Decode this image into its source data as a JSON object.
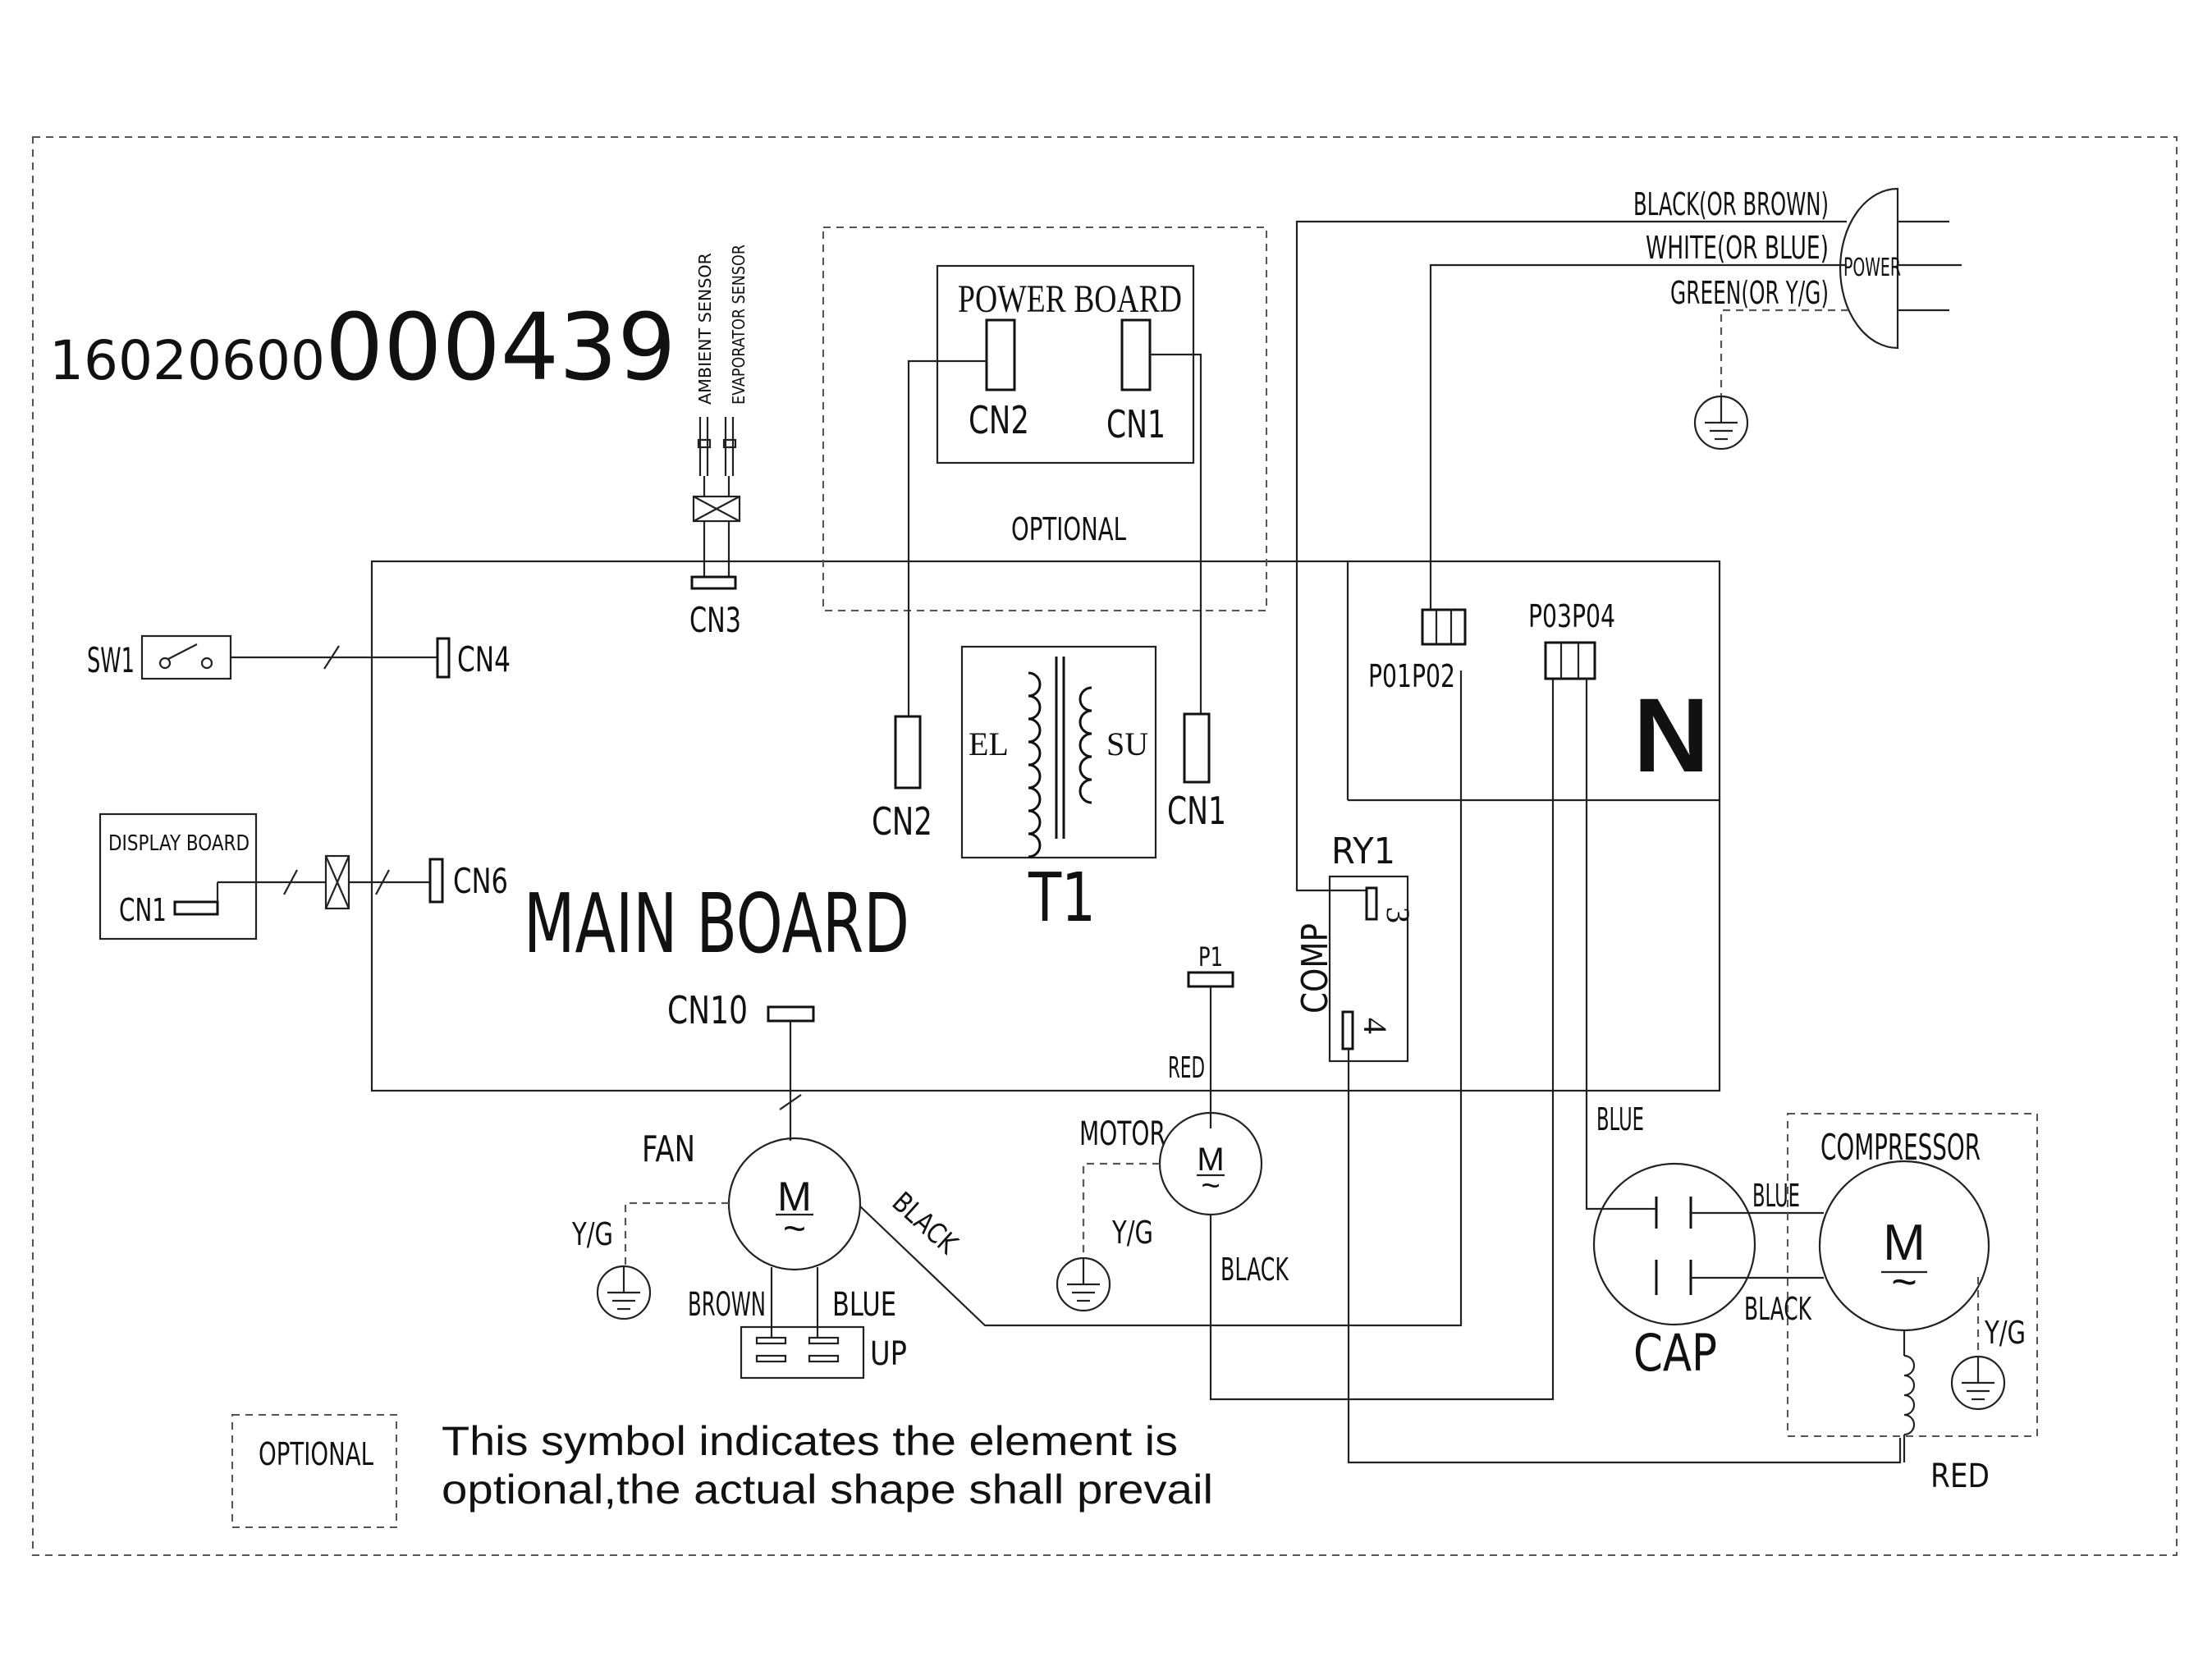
{
  "doc": {
    "code_prefix": "16020600",
    "code_suffix": "000439"
  },
  "labels": {
    "main_board": "MAIN BOARD",
    "power_board": "POWER BOARD",
    "power_cn2": "CN2",
    "power_cn1": "CN1",
    "optional": "OPTIONAL",
    "ambient_sensor": "AMBIENT SENSOR",
    "evaporator_sensor": "EVAPORATOR SENSOR",
    "cn3": "CN3",
    "sw1": "SW1",
    "cn4": "CN4",
    "display_board": "DISPLAY BOARD",
    "display_cn1": "CN1",
    "cn6": "CN6",
    "cn2": "CN2",
    "cn1": "CN1",
    "el": "EL",
    "su": "SU",
    "t1": "T1",
    "cn10": "CN10",
    "p1": "P1",
    "red": "RED",
    "ry1": "RY1",
    "comp": "COMP",
    "pin3": "3",
    "pin4": "4",
    "p01p02": "P01P02",
    "p03p04": "P03P04",
    "n": "N",
    "black_or_brown": "BLACK(OR BROWN)",
    "white_or_blue": "WHITE(OR BLUE)",
    "green_or_yg": "GREEN(OR Y/G)",
    "power": "POWER",
    "fan": "FAN",
    "m": "M",
    "tilde": "~",
    "yg": "Y/G",
    "brown": "BROWN",
    "blue": "BLUE",
    "black": "BLACK",
    "up": "UP",
    "motor": "MOTOR",
    "compressor": "COMPRESSOR",
    "cap": "CAP",
    "legend_optional": "OPTIONAL",
    "legend_line1": "This symbol indicates the element is",
    "legend_line2": "optional,the actual shape shall prevail"
  },
  "colors": {
    "line": "#222222",
    "text": "#111111",
    "background": "#ffffff"
  }
}
